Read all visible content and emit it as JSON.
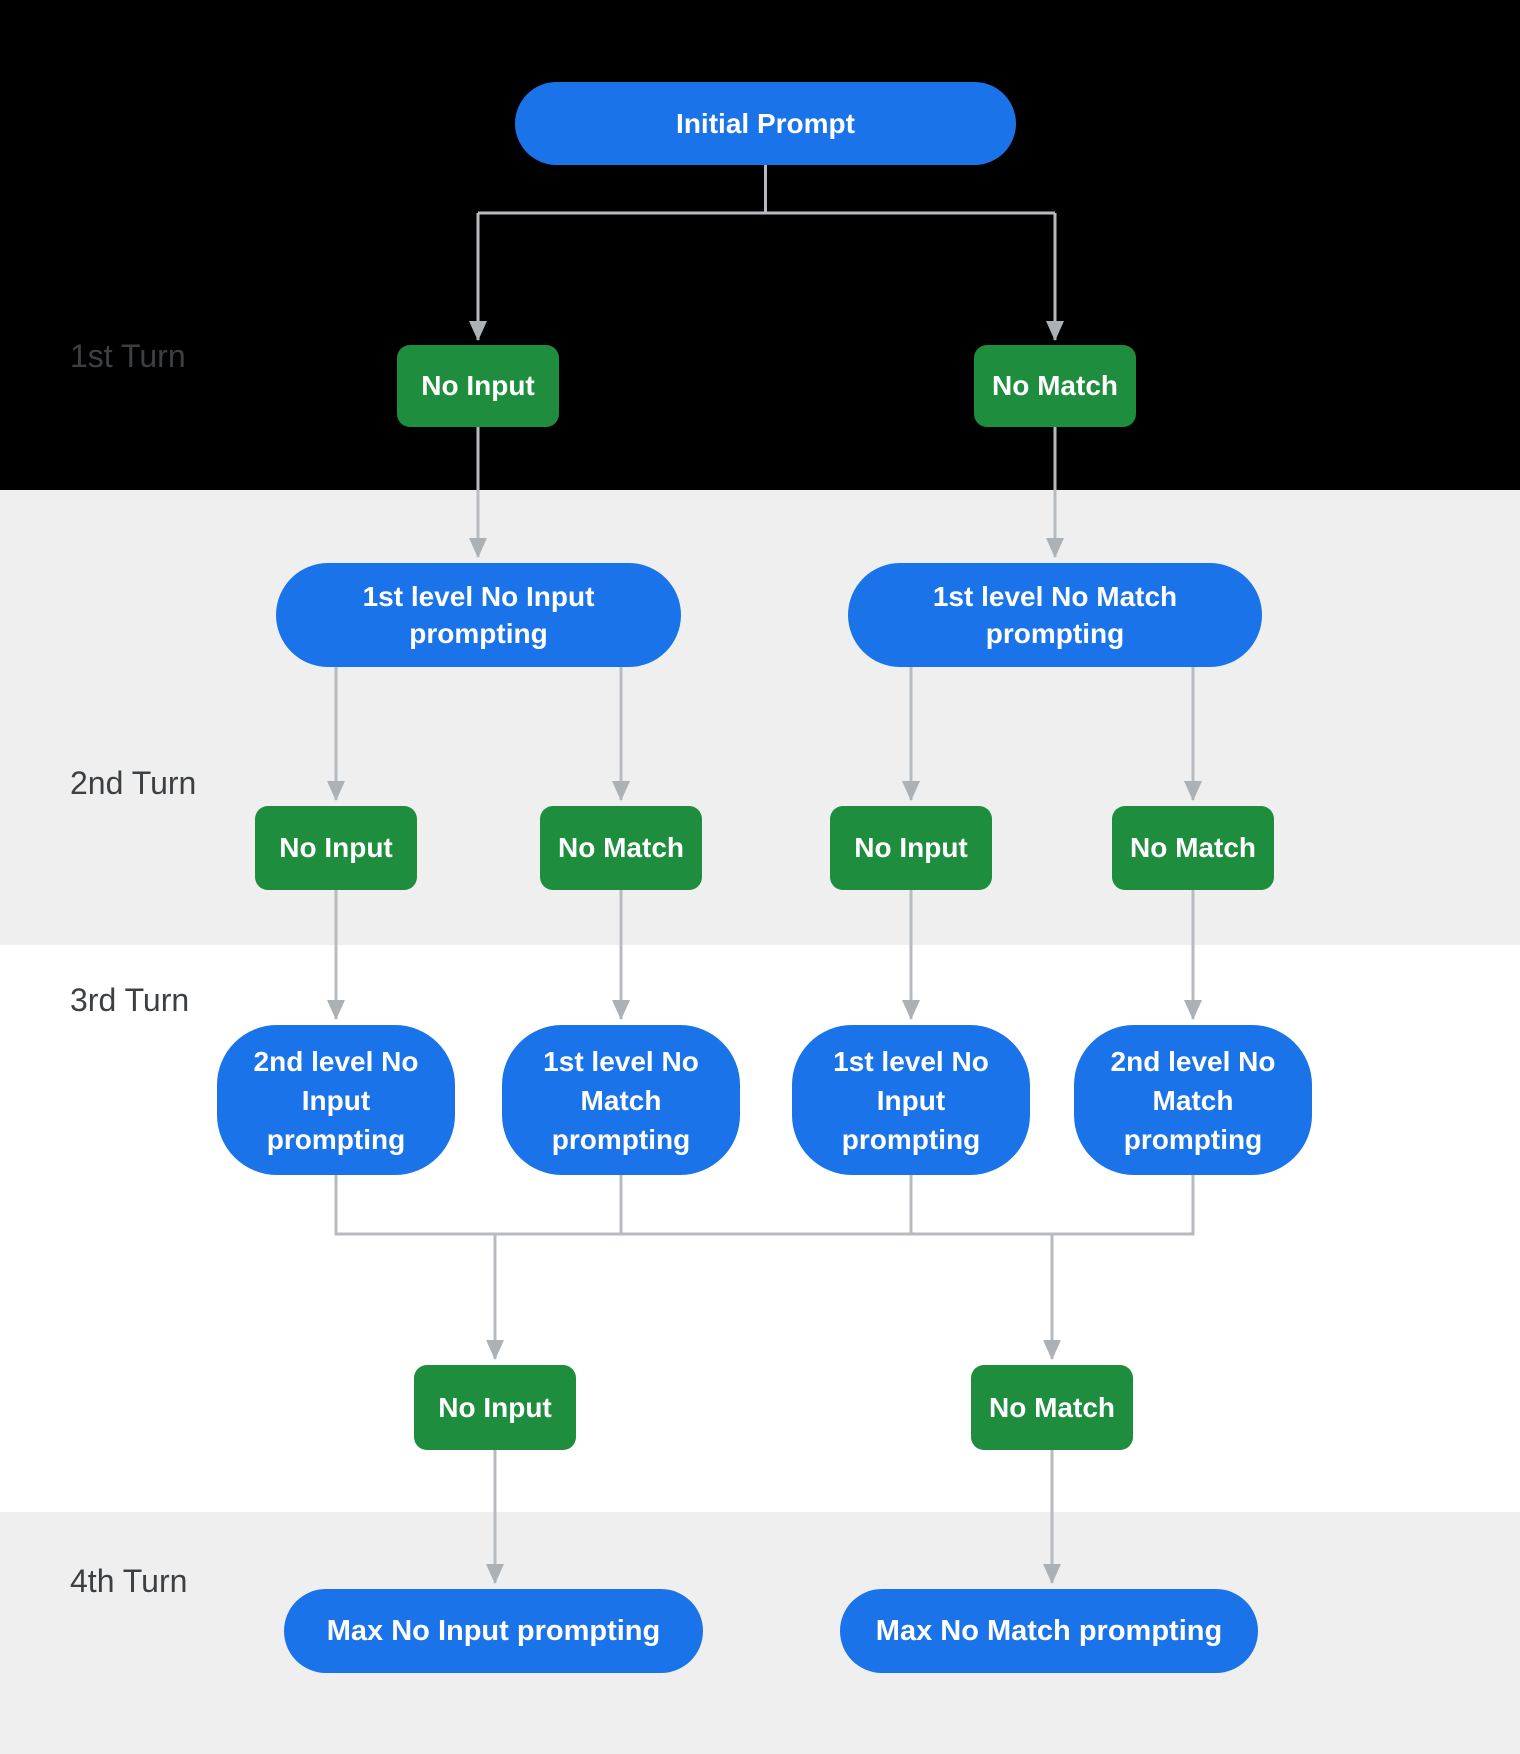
{
  "turn_labels": [
    "1st Turn",
    "2nd Turn",
    "3rd Turn",
    "4th Turn"
  ],
  "nodes": {
    "initial_prompt": "Initial Prompt",
    "turn1_events": [
      "No Input",
      "No Match"
    ],
    "turn2_prompts": [
      "1st level No Input prompting",
      "1st level No Match prompting"
    ],
    "turn2_events": [
      "No Input",
      "No Match",
      "No Input",
      "No Match"
    ],
    "turn3_prompts": [
      "2nd level No Input prompting",
      "1st level No Match prompting",
      "1st level No Input prompting",
      "2nd level No Match prompting"
    ],
    "turn3_events": [
      "No Input",
      "No Match"
    ],
    "turn4_prompts": [
      "Max No Input prompting",
      "Max No Match prompting"
    ]
  },
  "colors": {
    "prompt_blue": "#1a73e8",
    "event_green": "#1e8e3e",
    "connector_gray": "#b7bbbf",
    "turn_label_gray": "#3c4043",
    "band_black": "#000000",
    "band_gray": "#efefef",
    "band_white": "#ffffff",
    "node_text": "#ffffff"
  }
}
